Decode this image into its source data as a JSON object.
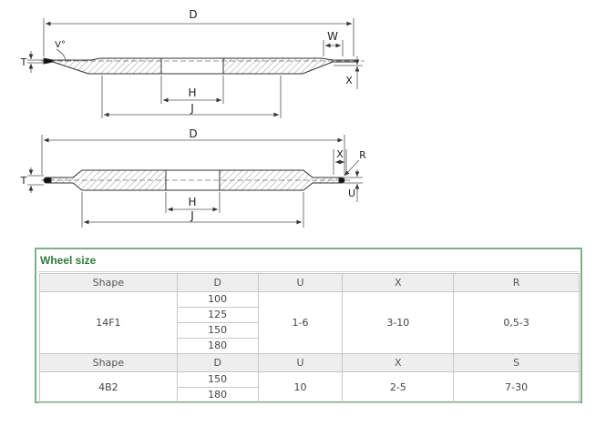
{
  "drawing": {
    "labels": {
      "D": "D",
      "W": "W",
      "V": "V°",
      "T": "T",
      "X": "X",
      "H": "H",
      "J": "J",
      "R": "R",
      "U": "U"
    }
  },
  "table": {
    "title": "Wheel size",
    "group1": {
      "headers": [
        "Shape",
        "D",
        "U",
        "X",
        "R"
      ],
      "shape": "14F1",
      "d_values": [
        "100",
        "125",
        "150",
        "180"
      ],
      "u": "1-6",
      "x": "3-10",
      "r": "0,5-3"
    },
    "group2": {
      "headers": [
        "Shape",
        "D",
        "U",
        "X",
        "S"
      ],
      "shape": "4B2",
      "d_values": [
        "150",
        "180"
      ],
      "u": "10",
      "x": "2-5",
      "s": "7-30"
    }
  }
}
